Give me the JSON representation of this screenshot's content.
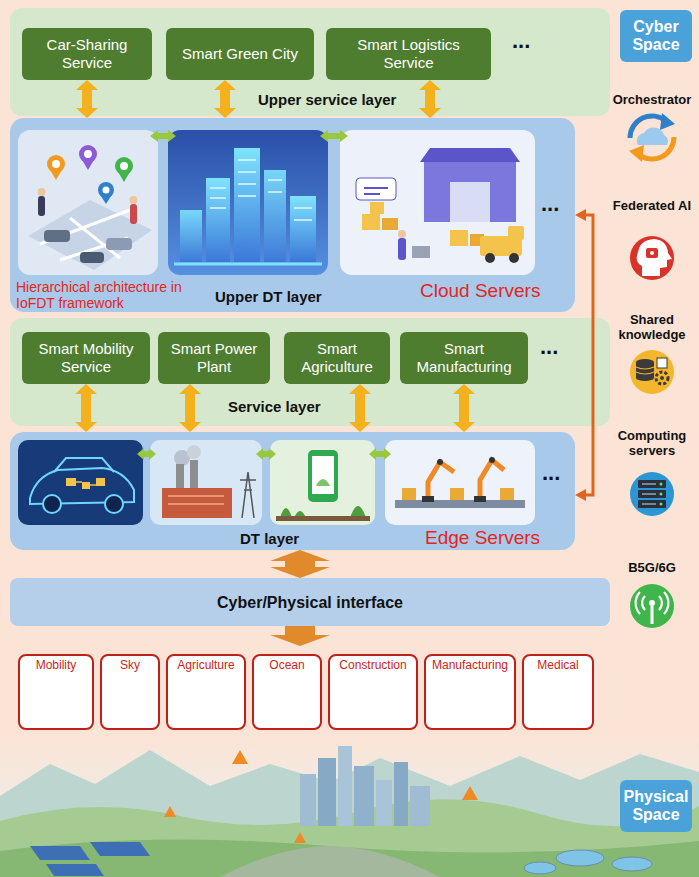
{
  "diagram": {
    "nodes": [
      {
        "text": [
          "Cyber Space"
        ]
      },
      {
        "text": [
          "Upper service layer"
        ],
        "in": 0
      },
      {
        "text": [
          "Car-Sharing Service"
        ],
        "in": 1
      },
      {
        "text": [
          "Smart Green City"
        ],
        "in": 1
      },
      {
        "text": [
          "Smart Logistics Service"
        ],
        "in": 1
      },
      {
        "text": [
          "Upper DT layer"
        ],
        "in": 0
      },
      {
        "text": [
          "Service layer"
        ],
        "in": 0
      },
      {
        "text": [
          "Smart Mobility Service"
        ],
        "in": 6
      },
      {
        "text": [
          "Smart Power Plant"
        ],
        "in": 6
      },
      {
        "text": [
          "Smart Agriculture"
        ],
        "in": 6
      },
      {
        "text": [
          "Smart Manufacturing"
        ],
        "in": 6
      },
      {
        "text": [
          "DT layer"
        ],
        "in": 0
      },
      {
        "text": [
          "Cyber/Physical interface"
        ],
        "in": 0
      },
      {
        "text": [
          "Physical Space"
        ]
      },
      {
        "text": [
          "Mobility"
        ],
        "in": 13
      },
      {
        "text": [
          "Sky"
        ],
        "in": 13
      },
      {
        "text": [
          "Agriculture"
        ],
        "in": 13
      },
      {
        "text": [
          "Ocean"
        ],
        "in": 13
      },
      {
        "text": [
          "Construction"
        ],
        "in": 13
      },
      {
        "text": [
          "Manufacturing"
        ],
        "in": 13
      },
      {
        "text": [
          "Medical"
        ],
        "in": 13
      }
    ],
    "edges": [
      {
        "from": 2,
        "to": 5,
        "arrow": "both"
      },
      {
        "from": 3,
        "to": 5,
        "arrow": "both"
      },
      {
        "from": 4,
        "to": 5,
        "arrow": "both"
      },
      {
        "from": 5,
        "to": 11,
        "arrow": "both"
      },
      {
        "from": 7,
        "to": 11,
        "arrow": "both"
      },
      {
        "from": 8,
        "to": 11,
        "arrow": "both"
      },
      {
        "from": 9,
        "to": 11,
        "arrow": "both"
      },
      {
        "from": 10,
        "to": 11,
        "arrow": "both"
      },
      {
        "from": 11,
        "to": 12,
        "arrow": "both"
      },
      {
        "from": 12,
        "to": 13,
        "arrow": "to"
      }
    ],
    "labels": [
      "...",
      "Orchestrator",
      "Hierarchical architecture in IoFDT framework",
      "Cloud Servers",
      "...",
      "Federated AI",
      "Shared knowledge",
      "...",
      "Computing servers",
      "Edge Servers",
      "...",
      "B5G/6G"
    ]
  }
}
